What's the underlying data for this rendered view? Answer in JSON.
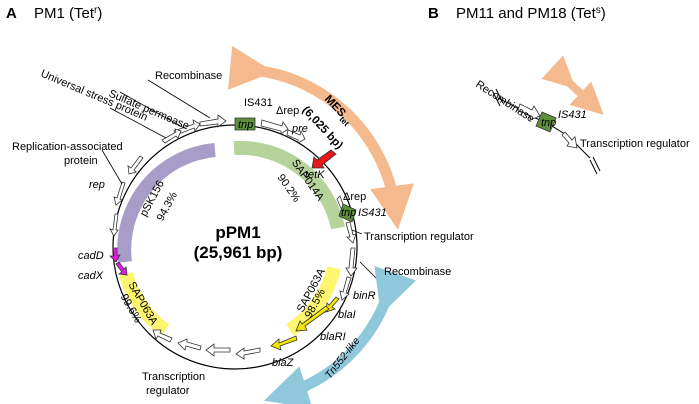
{
  "panel_a": {
    "letter": "A",
    "title": "PM1 (Tet",
    "title_sup": "r",
    "title_end": ")",
    "plasmid_name": "pPM1",
    "plasmid_size": "(25,961 bp)",
    "blocks": {
      "psk156": {
        "name": "pSK156",
        "pct": "94.3%"
      },
      "sap014a": {
        "name": "SAP014A",
        "pct": "90.2%"
      },
      "sap063a_top": {
        "name": "SAP063A",
        "pct": "98.5%"
      },
      "sap063a_left": {
        "name": "SAP063A",
        "pct": "99.6%"
      }
    },
    "mes": {
      "label": "MES",
      "sub": "tet",
      "size": "(6,025 bp)"
    },
    "tn552": "Tn552-like",
    "labels": {
      "recombinase_top": "Recombinase",
      "sulfate_permease": "Sulfate permease",
      "usp": "Universal stress protein",
      "rep_assoc_1": "Replication-associated",
      "rep_assoc_2": "protein",
      "rep": "rep",
      "cadD": "cadD",
      "cadX": "cadX",
      "is431_top": "IS431",
      "tnp_top": "tnp",
      "drep_top": "Δrep",
      "pre": "pre",
      "tetK": "tetK",
      "drep_bottom": "Δrep",
      "tnp_bottom": "tnp",
      "is431_bottom": "IS431",
      "transcription_regulator_right": "Transcription regulator",
      "recombinase_right": "Recombinase",
      "binR": "binR",
      "blaI": "blaI",
      "blaRI": "blaRI",
      "blaZ": "blaZ",
      "transcription_regulator_bottom_1": "Transcription",
      "transcription_regulator_bottom_2": "regulator"
    }
  },
  "panel_b": {
    "letter": "B",
    "title": "PM11 and PM18 (Tet",
    "title_sup": "s",
    "title_end": ")",
    "recombinase": "Recombinase",
    "is431": "IS431",
    "tnp": "tnp",
    "transcription_regulator": "Transcription regulator"
  },
  "colors": {
    "mes_arrow": "#f5b98e",
    "tn552_arrow": "#8fc8db",
    "psk156": "#a89cc8",
    "sap014a": "#b5d39a",
    "sap063a": "#fdf56d",
    "tetK": "#e8151b",
    "cad": "#e817e8",
    "bla": "#f2e600",
    "tnp": "#5e8f3c"
  }
}
